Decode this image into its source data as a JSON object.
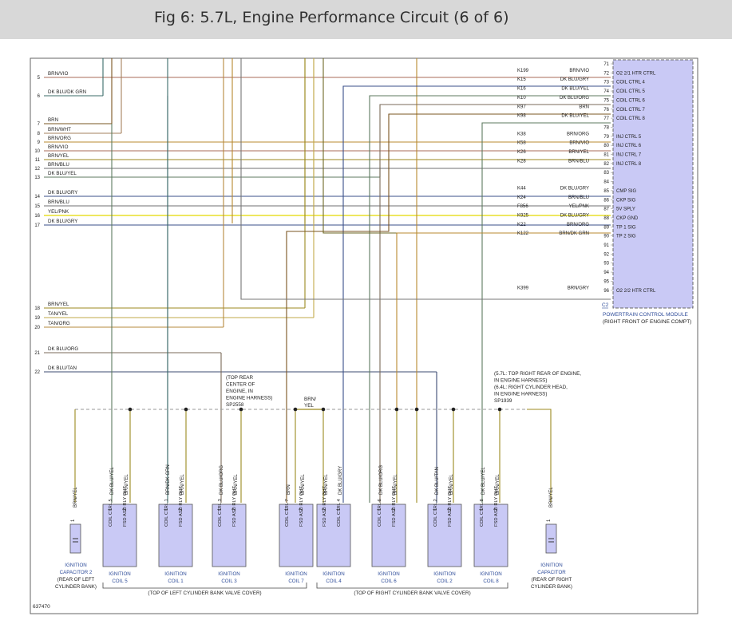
{
  "page": {
    "title": "Fig 6: 5.7L, Engine Performance Circuit (6 of 6)",
    "figure_number": "637470"
  },
  "colors": {
    "BRN": "#7a5420",
    "BRN/VIO": "#a86b58",
    "DK BLU/DK GRN": "#3b6b6a",
    "BRN/WHT": "#a5825c",
    "BRN/ORG": "#b8892f",
    "BRN/YEL": "#9c8a1f",
    "BRN/BLU": "#6f6f72",
    "DK BLU/YEL": "#5c7a5f",
    "DK BLU/GRY": "#3a4f8a",
    "YEL/PNK": "#e9df2c",
    "BRN/DK GRN": "#6e6a26",
    "TAN/YEL": "#c2a94a",
    "TAN/ORG": "#b6883e",
    "DK BLU/ORG": "#7a6a58",
    "DK BLU/TAN": "#3d4b72",
    "DK BLU/ORG_V": "#6a6a55",
    "pcm_fill": "#c9c9f5",
    "label_blue": "#2f4d9a"
  },
  "left_pins": [
    {
      "n": "5",
      "wire": "BRN/VIO"
    },
    {
      "n": "6",
      "wire": "DK BLU/DK GRN"
    },
    {
      "n": "7",
      "wire": "BRN"
    },
    {
      "n": "8",
      "wire": "BRN/WHT"
    },
    {
      "n": "9",
      "wire": "BRN/ORG"
    },
    {
      "n": "10",
      "wire": "BRN/VIO"
    },
    {
      "n": "11",
      "wire": "BRN/YEL"
    },
    {
      "n": "12",
      "wire": "BRN/BLU"
    },
    {
      "n": "13",
      "wire": "DK BLU/YEL"
    },
    {
      "n": "14",
      "wire": "DK BLU/GRY"
    },
    {
      "n": "15",
      "wire": "BRN/BLU"
    },
    {
      "n": "16",
      "wire": "YEL/PNK"
    },
    {
      "n": "17",
      "wire": "DK BLU/GRY"
    },
    {
      "n": "18",
      "wire": "BRN/YEL"
    },
    {
      "n": "19",
      "wire": "TAN/YEL"
    },
    {
      "n": "20",
      "wire": "TAN/ORG"
    },
    {
      "n": "21",
      "wire": "DK BLU/ORG"
    },
    {
      "n": "22",
      "wire": "DK BLU/TAN"
    }
  ],
  "pcm_rows": [
    {
      "pin": "71",
      "circuit": "",
      "wire": "",
      "fn": ""
    },
    {
      "pin": "72",
      "circuit": "K199",
      "wire": "BRN/VIO",
      "fn": "O2 2/1 HTR CTRL"
    },
    {
      "pin": "73",
      "circuit": "K15",
      "wire": "DK BLU/GRY",
      "fn": "COIL CTRL 4"
    },
    {
      "pin": "74",
      "circuit": "K16",
      "wire": "DK BLU/YEL",
      "fn": "COIL CTRL 5"
    },
    {
      "pin": "75",
      "circuit": "K10",
      "wire": "DK BLU/ORG",
      "fn": "COIL CTRL 6"
    },
    {
      "pin": "76",
      "circuit": "K97",
      "wire": "BRN",
      "fn": "COIL CTRL 7"
    },
    {
      "pin": "77",
      "circuit": "K98",
      "wire": "DK BLU/YEL",
      "fn": "COIL CTRL 8"
    },
    {
      "pin": "78",
      "circuit": "",
      "wire": "",
      "fn": ""
    },
    {
      "pin": "79",
      "circuit": "K38",
      "wire": "BRN/ORG",
      "fn": "INJ CTRL 5"
    },
    {
      "pin": "80",
      "circuit": "K58",
      "wire": "BRN/VIO",
      "fn": "INJ CTRL 6"
    },
    {
      "pin": "81",
      "circuit": "K26",
      "wire": "BRN/YEL",
      "fn": "INJ CTRL 7"
    },
    {
      "pin": "82",
      "circuit": "K28",
      "wire": "BRN/BLU",
      "fn": "INJ CTRL 8"
    },
    {
      "pin": "83",
      "circuit": "",
      "wire": "",
      "fn": ""
    },
    {
      "pin": "84",
      "circuit": "",
      "wire": "",
      "fn": ""
    },
    {
      "pin": "85",
      "circuit": "K44",
      "wire": "DK BLU/GRY",
      "fn": "CMP SIG"
    },
    {
      "pin": "86",
      "circuit": "K24",
      "wire": "BRN/BLU",
      "fn": "CKP SIG"
    },
    {
      "pin": "87",
      "circuit": "F856",
      "wire": "YEL/PNK",
      "fn": "5V SPLY"
    },
    {
      "pin": "88",
      "circuit": "K925",
      "wire": "DK BLU/GRY",
      "fn": "CKP GND"
    },
    {
      "pin": "89",
      "circuit": "K22",
      "wire": "BRN/ORG",
      "fn": "TP 1 SIG"
    },
    {
      "pin": "90",
      "circuit": "K122",
      "wire": "BRN/DK GRN",
      "fn": "TP 2 SIG"
    },
    {
      "pin": "91",
      "circuit": "",
      "wire": "",
      "fn": ""
    },
    {
      "pin": "92",
      "circuit": "",
      "wire": "",
      "fn": ""
    },
    {
      "pin": "93",
      "circuit": "",
      "wire": "",
      "fn": ""
    },
    {
      "pin": "94",
      "circuit": "",
      "wire": "",
      "fn": ""
    },
    {
      "pin": "95",
      "circuit": "",
      "wire": "",
      "fn": ""
    },
    {
      "pin": "96",
      "circuit": "K399",
      "wire": "BRN/GRY",
      "fn": "O2 2/2 HTR CTRL"
    }
  ],
  "pcm": {
    "connector": "C2",
    "name": "POWERTRAIN CONTROL MODULE",
    "location": "(RIGHT FRONT OF ENGINE COMPT)"
  },
  "coils": [
    {
      "a_wire": "DK BLU/YEL",
      "b_wire": "BRN/YEL",
      "a_pin": "1",
      "b_pin": "2",
      "a_fn": "COIL CTRL 5",
      "b_fn": "FSD ASD RLY OUT",
      "l1": "IGNITION",
      "l2": "COIL 5"
    },
    {
      "a_wire": "BRN/DK GRN",
      "b_wire": "BRN/YEL",
      "a_pin": "1",
      "b_pin": "2",
      "a_fn": "COIL CTRL 1",
      "b_fn": "FSD ASD RLY OUT",
      "l1": "IGNITION",
      "l2": "COIL 1"
    },
    {
      "a_wire": "DK BLU/ORG",
      "b_wire": "BRN/YEL",
      "a_pin": "1",
      "b_pin": "2",
      "a_fn": "COIL CTRL 3",
      "b_fn": "FSD ASD RLY OUT",
      "l1": "IGNITION",
      "l2": "COIL 3"
    },
    {
      "a_wire": "BRN",
      "b_wire": "BRN/YEL",
      "a_pin": "1",
      "b_pin": "2",
      "a_fn": "COIL CTRL 7",
      "b_fn": "FSD ASD RLY OUT",
      "l1": "IGNITION",
      "l2": "COIL 7"
    },
    {
      "a_wire": "BRN/YEL",
      "b_wire": "DK BLU/GRY",
      "a_pin": "2",
      "b_pin": "1",
      "a_fn": "FSD ASD RLY OUT",
      "b_fn": "COIL CTRL 4",
      "l1": "IGNITION",
      "l2": "COIL 4"
    },
    {
      "a_wire": "DK BLU/ORG",
      "b_wire": "BRN/YEL",
      "a_pin": "1",
      "b_pin": "2",
      "a_fn": "COIL CTRL 6",
      "b_fn": "FSD ASD RLY OUT",
      "l1": "IGNITION",
      "l2": "COIL 6"
    },
    {
      "a_wire": "DK BLU/TAN",
      "b_wire": "BRN/YEL",
      "a_pin": "1",
      "b_pin": "2",
      "a_fn": "COIL CTRL 2",
      "b_fn": "FSD ASD RLY OUT",
      "l1": "IGNITION",
      "l2": "COIL 2"
    },
    {
      "a_wire": "DK BLU/YEL",
      "b_wire": "BRN/YEL",
      "a_pin": "1",
      "b_pin": "2",
      "a_fn": "COIL CTRL 8",
      "b_fn": "FSD ASD RLY OUT",
      "l1": "IGNITION",
      "l2": "COIL 8"
    }
  ],
  "capacitors": [
    {
      "wire": "BRN/YEL",
      "pin": "1",
      "l1": "IGNITION",
      "l2": "CAPACITOR 2",
      "l3": "(REAR OF LEFT",
      "l4": "CYLINDER BANK)"
    },
    {
      "wire": "BRN/YEL",
      "pin": "1",
      "l1": "IGNITION",
      "l2": "CAPACITOR",
      "l3": "(REAR OF RIGHT",
      "l4": "CYLINDER BANK)"
    }
  ],
  "splices": {
    "left": {
      "lines": [
        "(TOP REAR",
        "CENTER OF",
        "ENGINE, IN",
        "ENGINE HARNESS)",
        "SP2558"
      ]
    },
    "middle_wire": {
      "lines": [
        "BRN/",
        "YEL"
      ]
    },
    "right": {
      "lines": [
        "(5.7L: TOP RIGHT REAR OF ENGINE,",
        "IN ENGINE HARNESS)",
        "(6.4L: RIGHT CYLINDER HEAD,",
        "IN ENGINE HARNESS)",
        "SP1939"
      ]
    }
  },
  "banks": {
    "left": "(TOP OF LEFT CYLINDER BANK VALVE COVER)",
    "right": "(TOP OF RIGHT CYLINDER BANK VALVE COVER)"
  }
}
